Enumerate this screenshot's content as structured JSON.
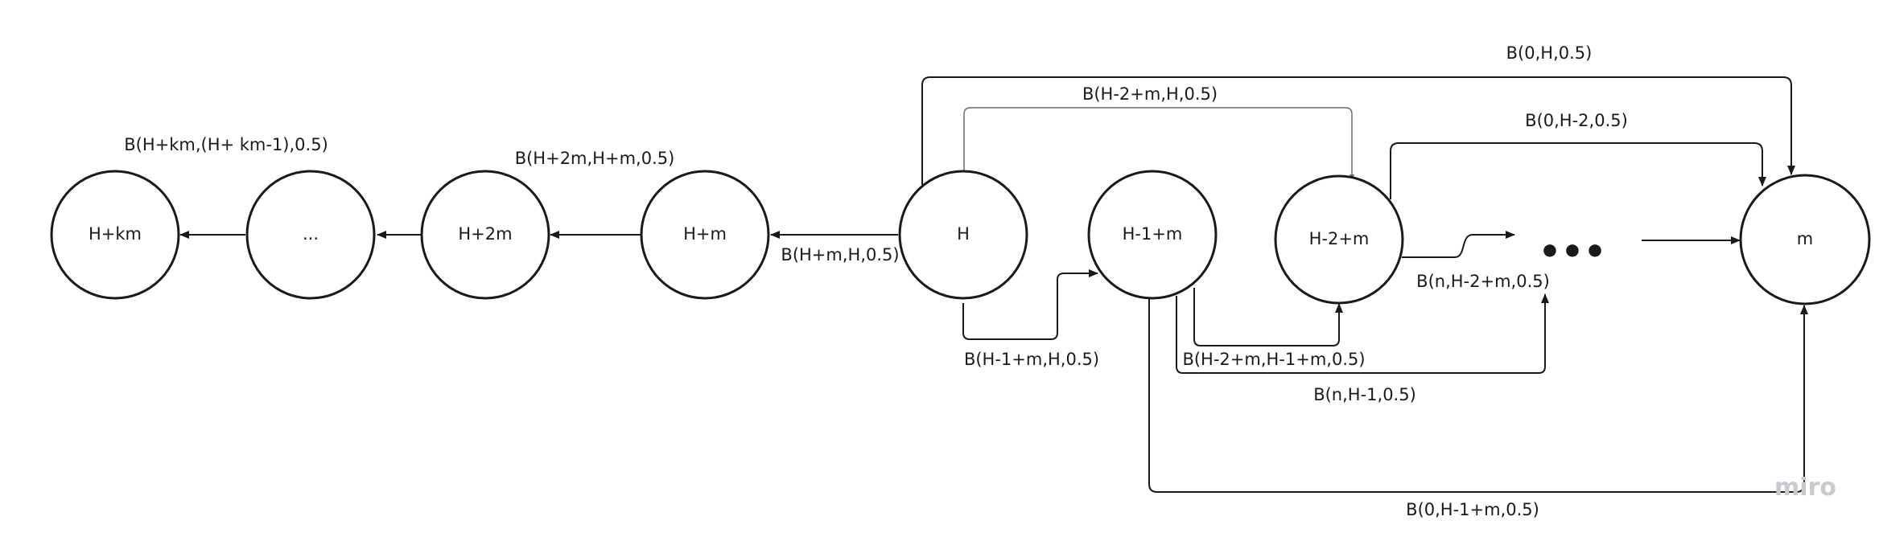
{
  "diagram": {
    "nodes": {
      "hkm": "H+km",
      "dots_small": "...",
      "h2m": "H+2m",
      "hm": "H+m",
      "h": "H",
      "h1m": "H-1+m",
      "h2pm": "H-2+m",
      "dots_big": "•••",
      "m": "m"
    },
    "edge_labels": {
      "hkm_edge": "B(H+km,(H+ km-1),0.5)",
      "h2m_edge": "B(H+2m,H+m,0.5)",
      "hm_edge": "B(H+m,H,0.5)",
      "h_to_m": "B(0,H,0.5)",
      "h_to_h2pm": "B(H-2+m,H,0.5)",
      "h2pm_to_m": "B(0,H-2,0.5)",
      "h2pm_to_dots": "B(n,H-2+m,0.5)",
      "h_to_h1m": "B(H-1+m,H,0.5)",
      "h1m_to_h2pm": "B(H-2+m,H-1+m,0.5)",
      "h1m_to_dots": "B(n,H-1,0.5)",
      "h1m_to_m": "B(0,H-1+m,0.5)"
    },
    "colors": {
      "stroke": "#1a1a1a",
      "light_stroke": "#6a6a6a",
      "watermark": "#c9c9cf"
    }
  },
  "watermark": "miro"
}
